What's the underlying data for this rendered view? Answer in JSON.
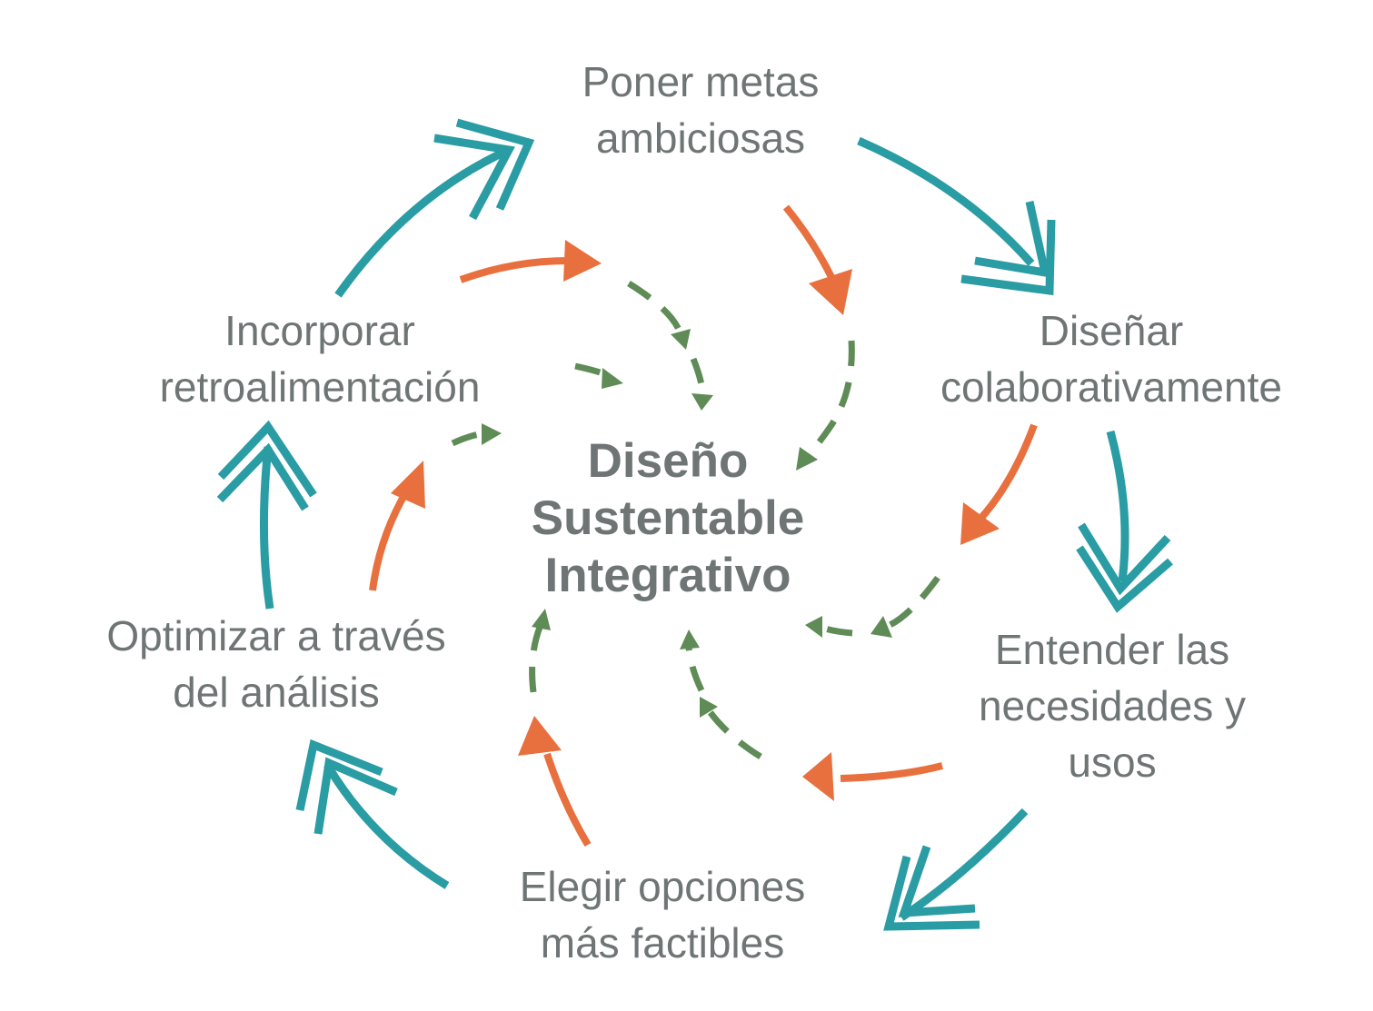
{
  "center": {
    "line1": "Diseño",
    "line2": "Sustentable",
    "line3": "Integrativo"
  },
  "nodes": {
    "goals": {
      "line1": "Poner metas",
      "line2": "ambiciosas"
    },
    "collaborate": {
      "line1": "Diseñar",
      "line2": "colaborativamente"
    },
    "needs": {
      "line1": "Entender las",
      "line2": "necesidades y",
      "line3": "usos"
    },
    "options": {
      "line1": "Elegir opciones",
      "line2": "más factibles"
    },
    "optimize": {
      "line1": "Optimizar a través",
      "line2": "del análisis"
    },
    "feedback": {
      "line1": "Incorporar",
      "line2": "retroalimentación"
    }
  },
  "colors": {
    "outer_arrows": "#2a9ca3",
    "middle_arrows": "#e8703f",
    "inner_arrows": "#5f8c56",
    "text": "#6f7475"
  }
}
